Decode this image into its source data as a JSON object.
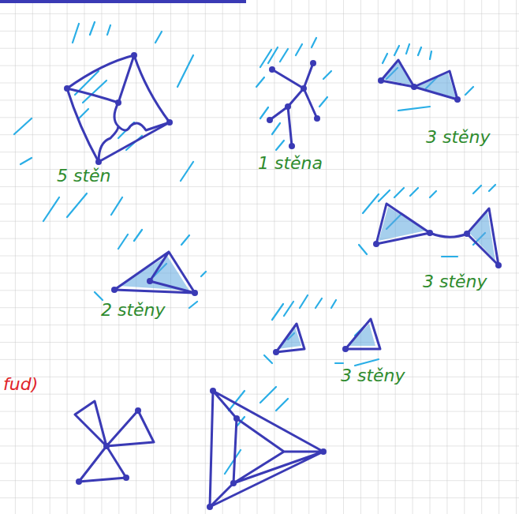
{
  "diagram": {
    "labels": [
      "5 stěn",
      "1 stěna",
      "3 stěny",
      "3 stěny",
      "2 stěny",
      "3 stěny",
      "fud)"
    ]
  }
}
